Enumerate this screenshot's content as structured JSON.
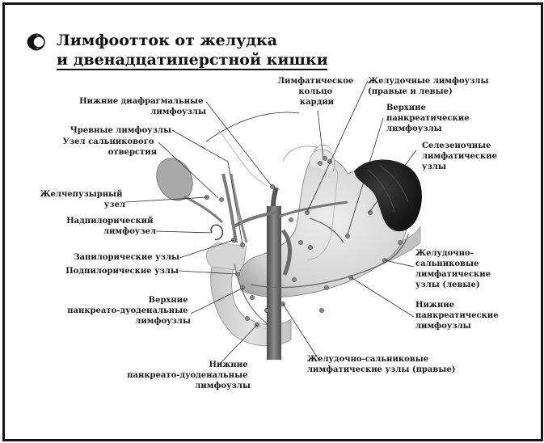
{
  "title": {
    "line1": "Лимфоотток от желудка",
    "line2": "и двенадцатиперстной кишки"
  },
  "icon": "half-moon-circle-icon",
  "labels": {
    "inferior_phrenic": [
      "Нижние диафрагмальные",
      "лимфоузлы"
    ],
    "celiac": "Чревные лимфоузлы",
    "omental_foramen": [
      "Узел сальникового",
      "отверстия"
    ],
    "cystic": [
      "Желчепузырный",
      "узел"
    ],
    "suprapyloric": [
      "Надпилорический",
      "лимфоузел"
    ],
    "retropyloric": "Запилорические узлы",
    "subpyloric": "Подпилорические узлы",
    "sup_pancreaticoduodenal": [
      "Верхние",
      "панкреато-дуоденальные",
      "лимфоузлы"
    ],
    "inf_pancreaticoduodenal": [
      "Нижние",
      "панкреато-дуоденальные",
      "лимфоузлы"
    ],
    "cardia_ring": [
      "Лимфатическое",
      "кольцо",
      "кардии"
    ],
    "gastric": [
      "Желудочные лимфоузлы",
      "(правые и левые)"
    ],
    "sup_pancreatic": [
      "Верхние",
      "панкреатические",
      "лимфоузлы"
    ],
    "splenic": [
      "Селезеночные",
      "лимфатические",
      "узлы"
    ],
    "left_gastroomental": [
      "Желудочно-",
      "сальниковые",
      "лимфатические",
      "узлы (левые)"
    ],
    "inf_pancreatic": [
      "Нижние",
      "панкреатические",
      "лимфоузлы"
    ],
    "right_gastroomental": [
      "Желудочно-сальниковые",
      "лимфатические узлы (правые)"
    ]
  },
  "colors": {
    "frame": "#141414",
    "organ_light": "#dcdcdc",
    "organ_mid": "#b8b8b8",
    "spleen": "#1c1c1c",
    "aorta": "#6a6a6a"
  }
}
